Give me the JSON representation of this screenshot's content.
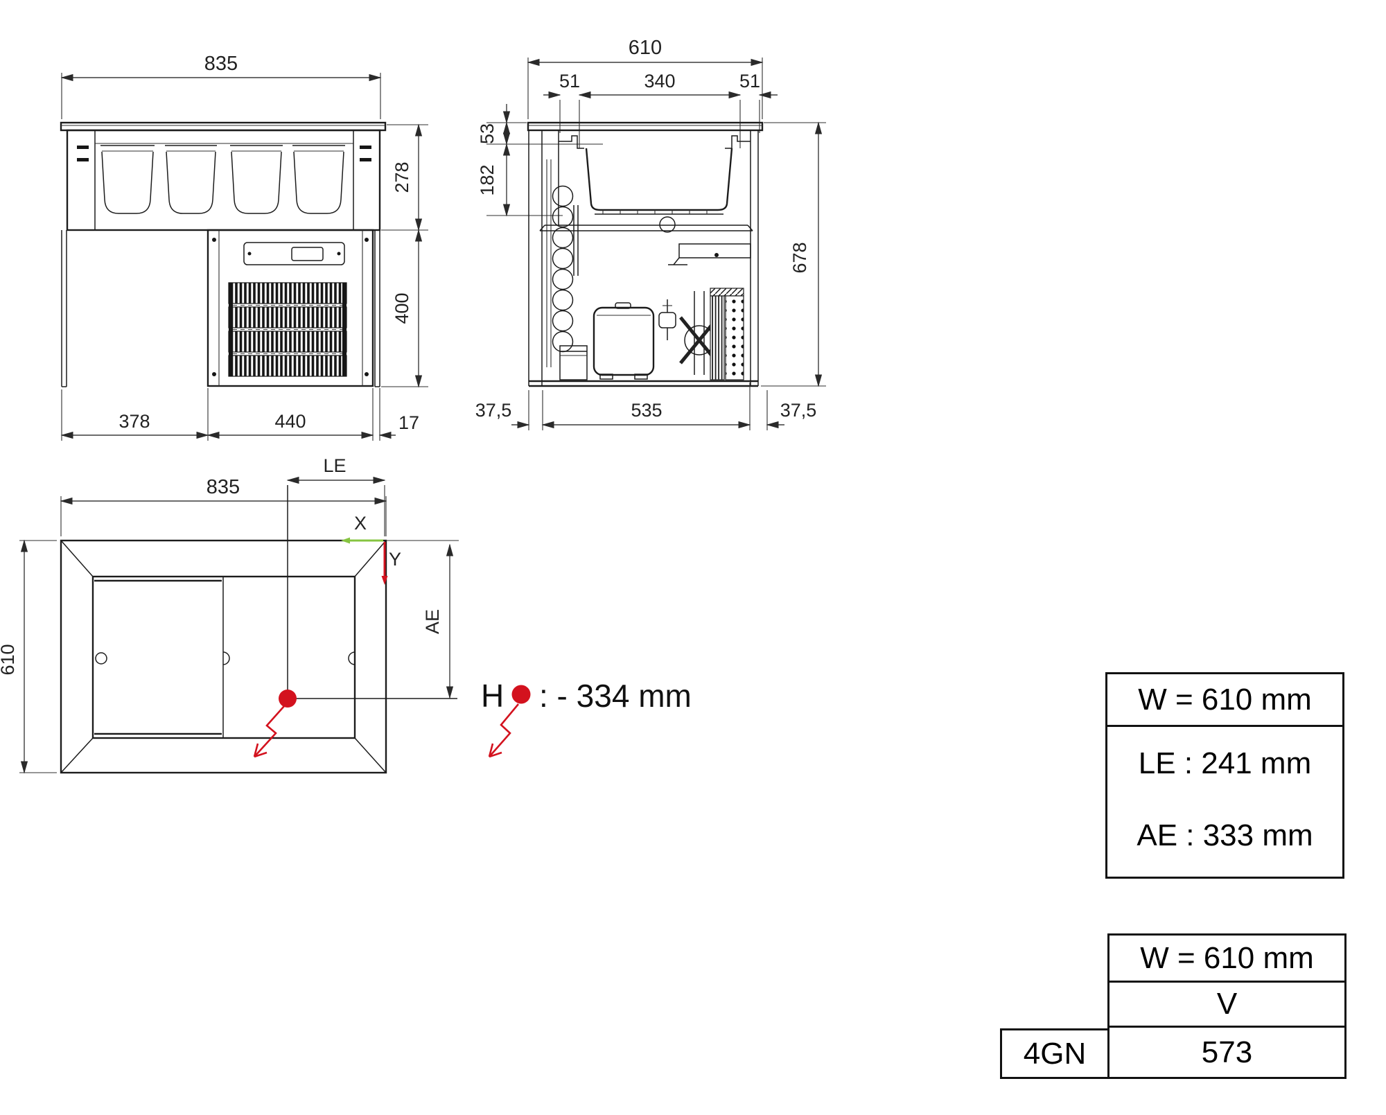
{
  "colors": {
    "line": "#1c1c1c",
    "dimension": "#3c3c3c",
    "accent_red": "#d3121e",
    "accent_green": "#86c440"
  },
  "front_view": {
    "width_total": "835",
    "well_height": "278",
    "base_height": "400",
    "bottom_left": "378",
    "bottom_center": "440",
    "bottom_right": "17"
  },
  "side_view": {
    "width_total": "610",
    "flange_left": "51",
    "opening": "340",
    "flange_right": "51",
    "rim_height": "53",
    "pan_depth": "182",
    "height_total": "678",
    "margin_left": "37,5",
    "body_width": "535",
    "margin_right": "37,5"
  },
  "plan_view": {
    "width_total": "835",
    "depth_total": "610",
    "le_label": "LE",
    "ae_label": "AE",
    "axis_x": "X",
    "axis_y": "Y"
  },
  "annotation_h": {
    "prefix": "H",
    "value": ": - 334 mm"
  },
  "mounting_table": {
    "header": "W = 610 mm",
    "rows": [
      {
        "label": "LE : 241 mm"
      },
      {
        "label": "AE : 333 mm"
      }
    ]
  },
  "capacity_table": {
    "header": "W = 610 mm",
    "volume_label": "V",
    "row_label": "4GN",
    "volume_value": "573"
  }
}
